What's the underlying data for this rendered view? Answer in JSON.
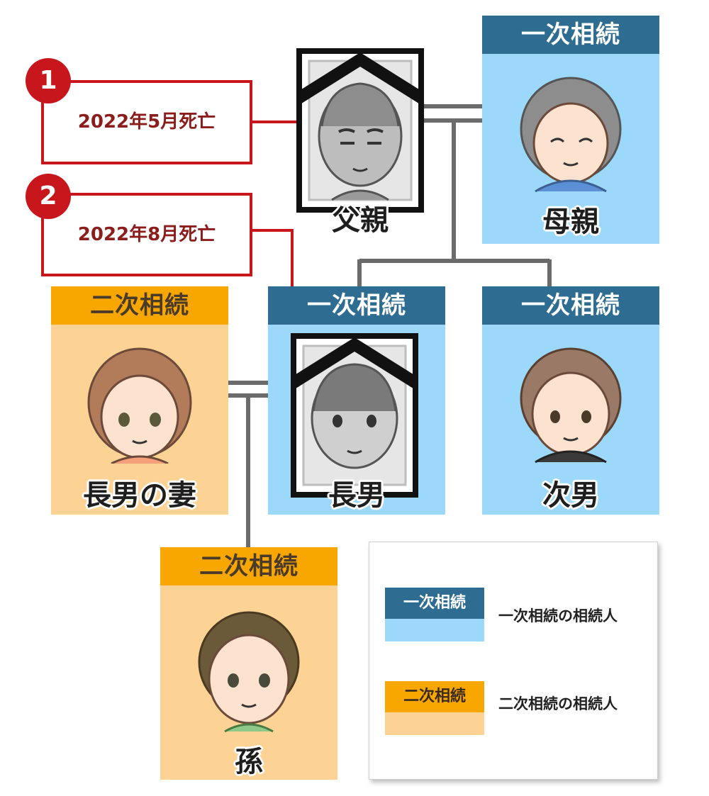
{
  "deaths": [
    {
      "badge": "1",
      "date": "2022年5月死亡"
    },
    {
      "badge": "2",
      "date": "2022年8月死亡"
    }
  ],
  "people": {
    "father": {
      "name": "父親"
    },
    "mother": {
      "header": "一次相続",
      "name": "母親"
    },
    "eldest_son": {
      "header": "一次相続",
      "name": "長男"
    },
    "second_son": {
      "header": "一次相続",
      "name": "次男"
    },
    "eldest_son_wife": {
      "header": "二次相続",
      "name": "長男の妻"
    },
    "grandchild": {
      "header": "二次相続",
      "name": "孫"
    }
  },
  "legend": {
    "primary": {
      "swatch": "一次相続",
      "label": "一次相続の相続人"
    },
    "secondary": {
      "swatch": "二次相続",
      "label": "二次相続の相続人"
    }
  },
  "colors": {
    "primary_header": "#2e6c91",
    "primary_fill": "#9bd8fa",
    "secondary_header": "#f7a700",
    "secondary_fill": "#fcd394",
    "death_marker": "#c8161d",
    "connector": "#6b6b6b"
  }
}
